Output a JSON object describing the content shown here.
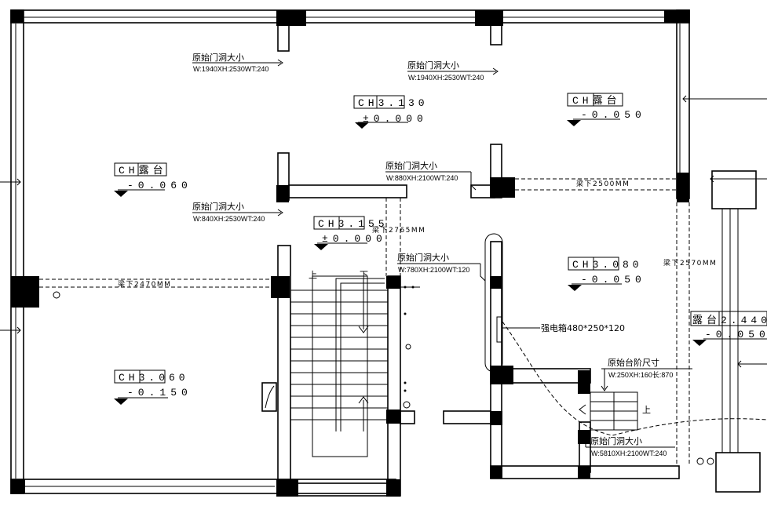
{
  "rooms": [
    {
      "id": "r1",
      "tag": "CH3.130",
      "level": "±0.000"
    },
    {
      "id": "r2",
      "tag": "CH露台",
      "level": "-0.050"
    },
    {
      "id": "r3",
      "tag": "CH露台",
      "level": "-0.060"
    },
    {
      "id": "r4",
      "tag": "CH3.155",
      "level": "±0.000"
    },
    {
      "id": "r5",
      "tag": "CH3.080",
      "level": "-0.050"
    },
    {
      "id": "r6",
      "tag": "露台2.440",
      "level": "-0.050"
    },
    {
      "id": "r7",
      "tag": "CH3.060",
      "level": "-0.150"
    }
  ],
  "openings": [
    {
      "title": "原始门洞大小",
      "dims": "W:1940XH:2530WT:240"
    },
    {
      "title": "原始门洞大小",
      "dims": "W:1940XH:2530WT:240"
    },
    {
      "title": "原始门洞大小",
      "dims": "W:880XH:2100WT:240"
    },
    {
      "title": "原始门洞大小",
      "dims": "W:840XH:2530WT:240"
    },
    {
      "title": "原始门洞大小",
      "dims": "W:780XH:2100WT:120"
    },
    {
      "title": "原始台阶尺寸",
      "dims": "W:250XH:160长:870"
    },
    {
      "title": "原始门洞大小",
      "dims": "W:5810XH:2100WT:240"
    }
  ],
  "beams": [
    {
      "label": "梁下2500MM"
    },
    {
      "label": "梁下2765MM"
    },
    {
      "label": "梁下2570MM"
    },
    {
      "label": "梁下2470MM"
    }
  ],
  "annotations": {
    "electric_box": "强电箱480*250*120",
    "stair_up": "上",
    "stair_down": "下",
    "step_up": "上"
  }
}
